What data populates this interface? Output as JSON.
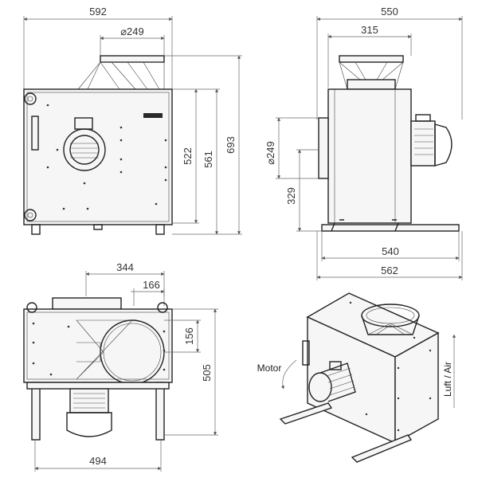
{
  "colors": {
    "line": "#222222",
    "dimension": "#666666",
    "background": "#ffffff"
  },
  "front_view": {
    "width": "592",
    "inlet_diameter": "⌀249",
    "height_522": "522",
    "height_561": "561",
    "height_693": "693"
  },
  "side_view": {
    "width_top": "550",
    "inlet_width": "315",
    "outlet_diameter": "⌀249",
    "outlet_height": "329",
    "base_540": "540",
    "base_562": "562"
  },
  "top_view": {
    "dim_344": "344",
    "dim_166": "166",
    "dim_156": "156",
    "depth_505": "505",
    "width_494": "494"
  },
  "iso_view": {
    "motor_label": "Motor",
    "air_label": "Luft / Air"
  }
}
